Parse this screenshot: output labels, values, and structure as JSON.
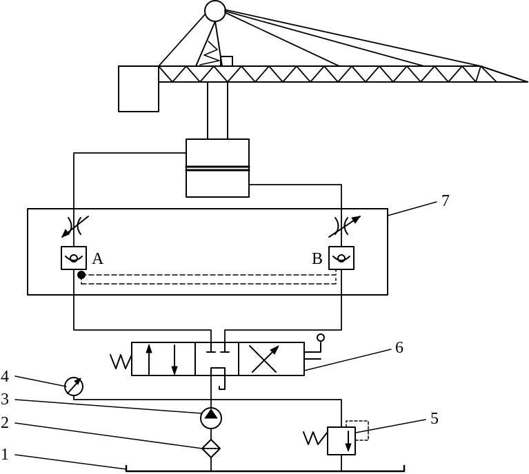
{
  "labels": {
    "n1": "1",
    "n2": "2",
    "n3": "3",
    "n4": "4",
    "n5": "5",
    "n6": "6",
    "n7": "7",
    "valve_a": "A",
    "valve_b": "B"
  },
  "colors": {
    "line": "#000000",
    "fill": "#000000",
    "background": "#ffffff"
  }
}
